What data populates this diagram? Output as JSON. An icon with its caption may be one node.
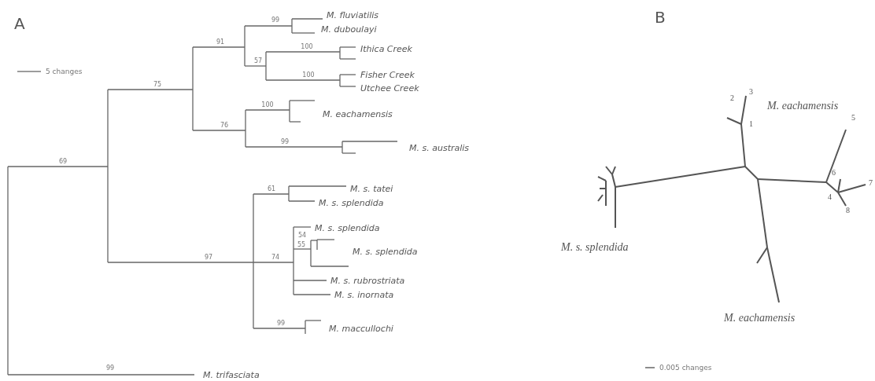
{
  "diagram": {
    "labels": [
      "A",
      "5 changes",
      "99",
      "M. fluviatilis",
      "M. duboulayi",
      "91",
      "100",
      "Ithica Creek",
      "57",
      "100",
      "Fisher Creek",
      "Utchee Creek",
      "75",
      "100",
      "M. eachamensis",
      "76",
      "99",
      "M. s. australis",
      "69",
      "61",
      "M. s. tatei",
      "M. s. splendida",
      "M. s. splendida",
      "54",
      "55",
      "M. s. splendida",
      "M. s. rubrostriata",
      "97",
      "74",
      "M. s. inornata",
      "99",
      "M. maccullochi",
      "99",
      "M. trifasciata",
      "B",
      "2",
      "3",
      "M. eachamensis",
      "1",
      "5",
      "6",
      "7",
      "4",
      "8",
      "M. s. splendida",
      "M. eachamensis",
      "0.005 changes"
    ]
  }
}
